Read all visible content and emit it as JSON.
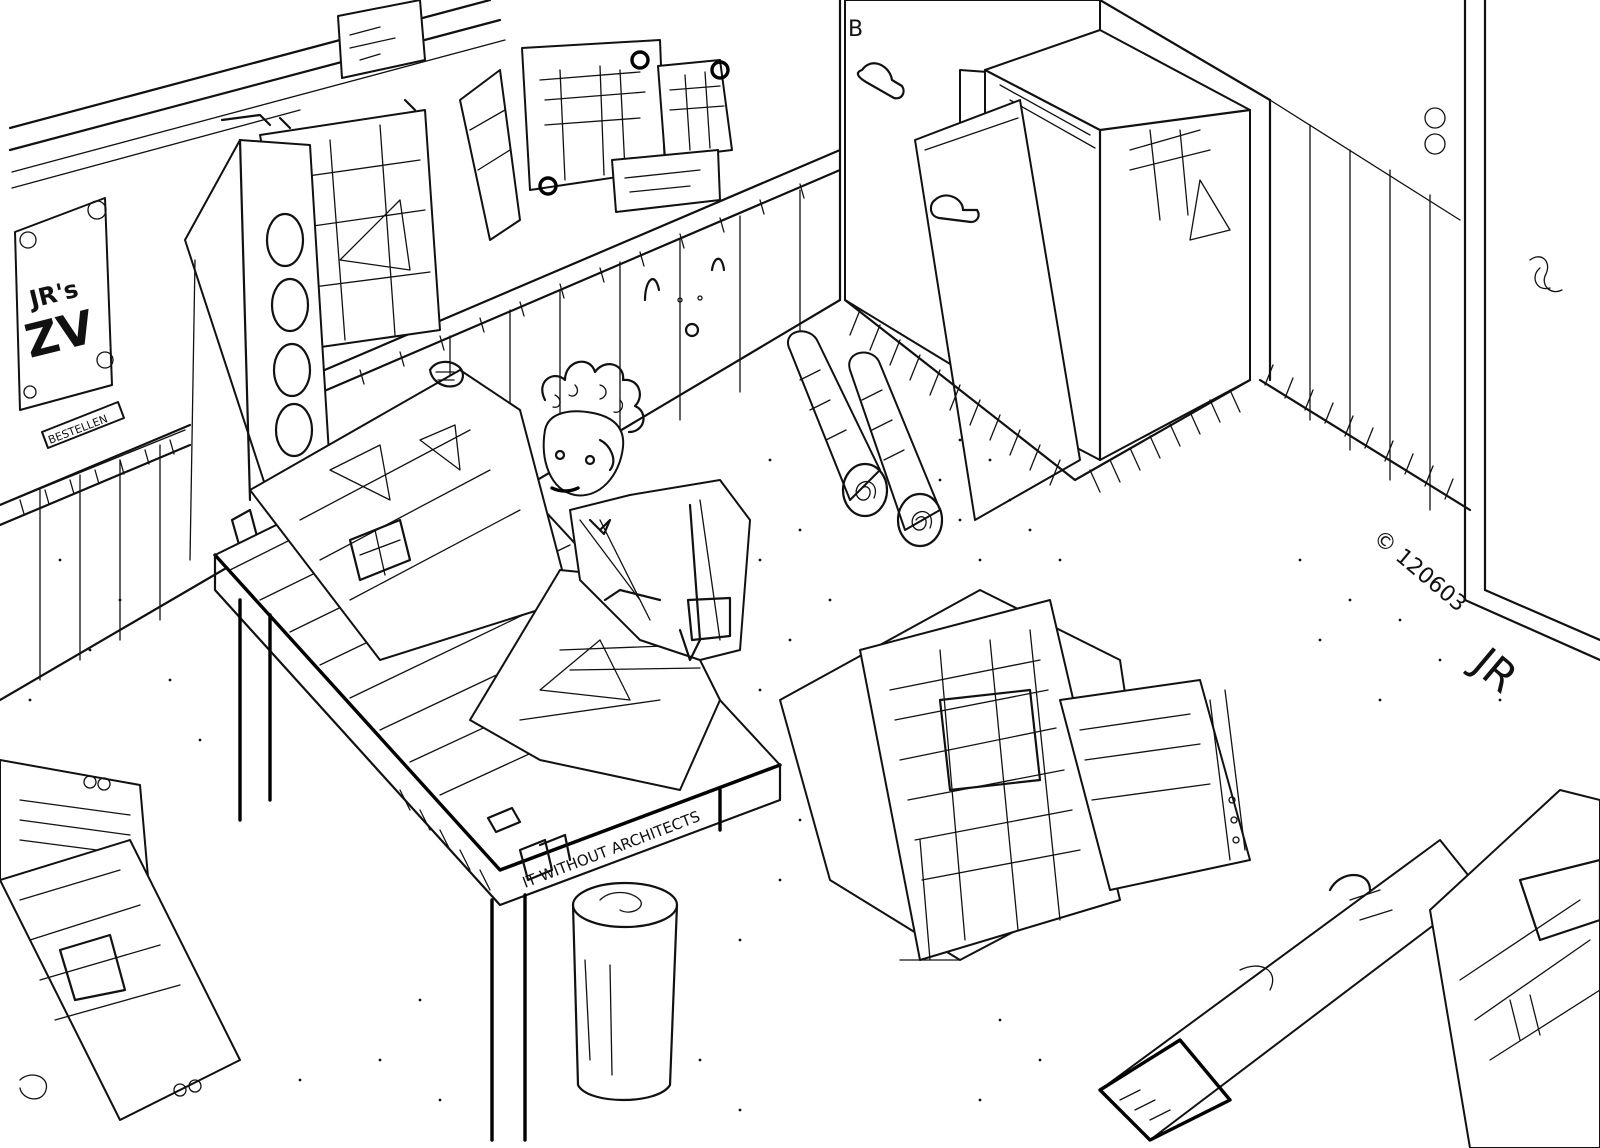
{
  "poster": {
    "line1": "JR's",
    "line2": "ZV",
    "tag": "BESTELLEN"
  },
  "table_label": "IT WITHOUT ARCHITECTS",
  "cabinet_letter": "B",
  "signature": {
    "copyright": "© 120603",
    "initials": "JR"
  }
}
